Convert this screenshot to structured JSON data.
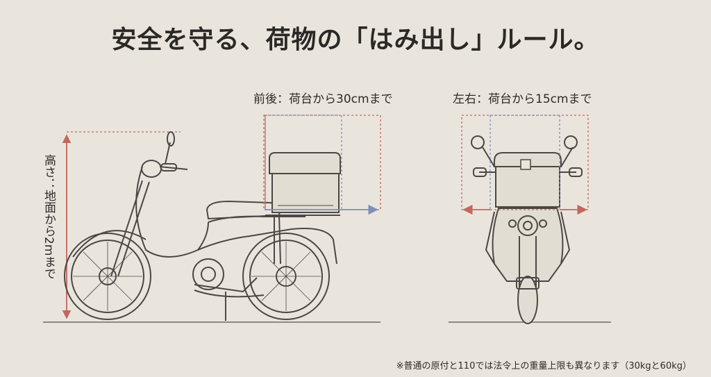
{
  "title": "安全を守る、荷物の「はみ出し」ルール。",
  "labels": {
    "front_back": "前後：荷台から30cmまで",
    "left_right": "左右：荷台から15cmまで",
    "height": "高さ：地面から2mまで"
  },
  "footnote": "※普通の原付と110では法令上の重量上限も異なります（30kgと60kg）",
  "colors": {
    "red_dim": "#c4675f",
    "blue_dim": "#7d8fb8",
    "line": "#4a4744",
    "ground": "#6e6a66"
  }
}
